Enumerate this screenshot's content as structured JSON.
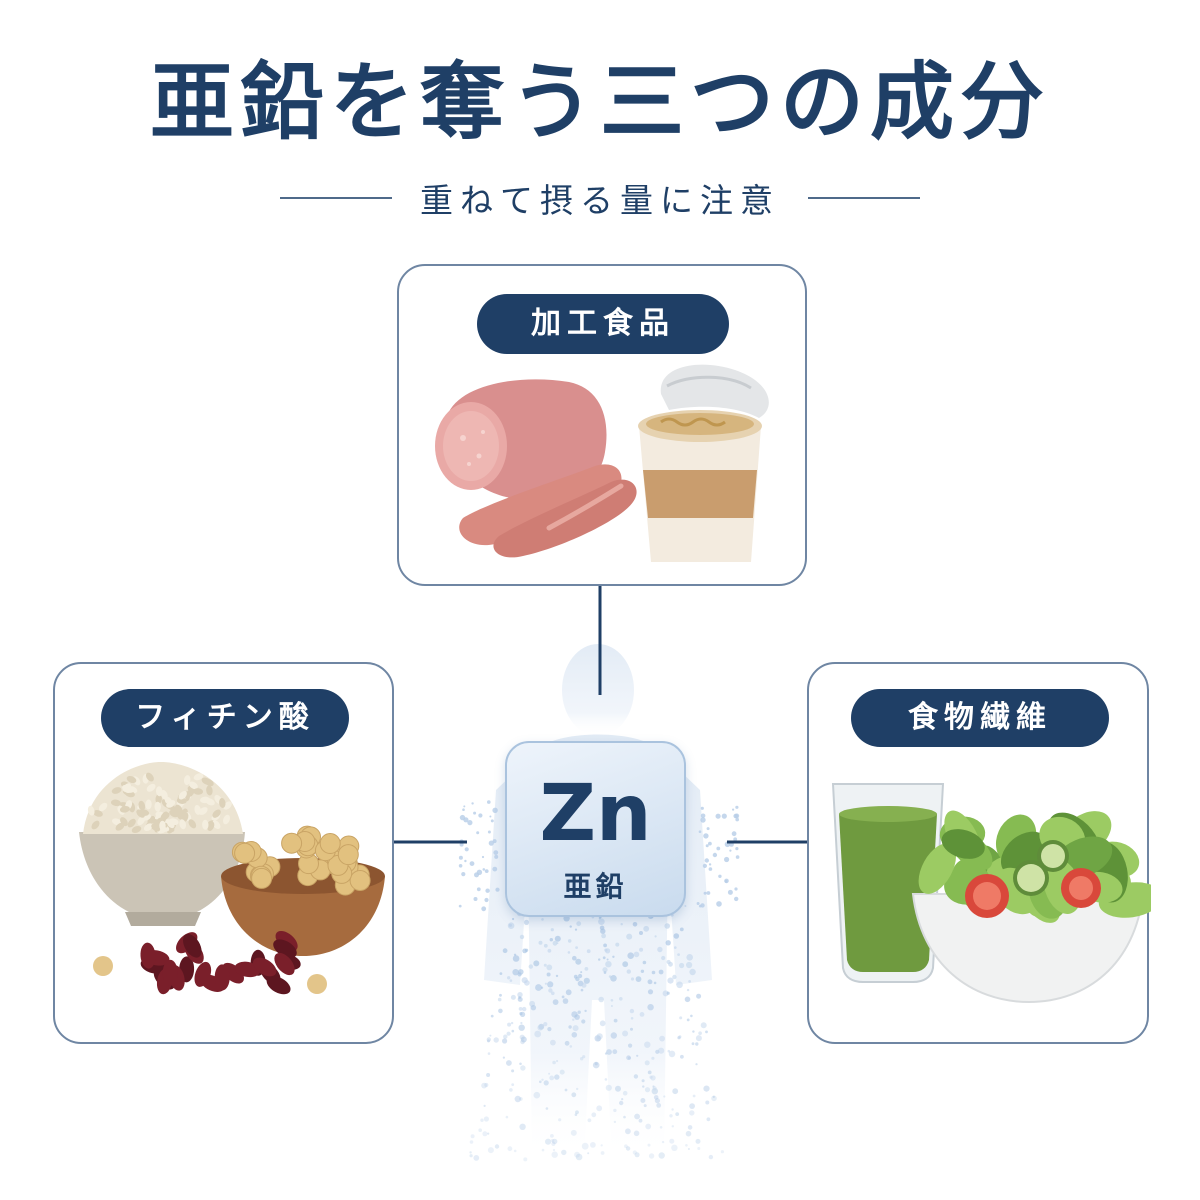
{
  "header": {
    "title": "亜鉛を奪う三つの成分",
    "subtitle": "重ねて摂る量に注意"
  },
  "center": {
    "symbol": "Zn",
    "name": "亜鉛"
  },
  "cards": {
    "top": {
      "label": "加工食品",
      "illustration": "ham-sausage-cup-noodle-icon"
    },
    "left": {
      "label": "フィチン酸",
      "illustration": "grains-soybeans-kidney-beans-icon"
    },
    "right": {
      "label": "食物繊維",
      "illustration": "green-smoothie-salad-icon"
    }
  },
  "colors": {
    "navy": "#1f3f66",
    "card_border": "#6f86a3",
    "tile_light": "#eef4fb",
    "tile_dark": "#c9dbee",
    "silhouette": "#e3ecf6"
  }
}
